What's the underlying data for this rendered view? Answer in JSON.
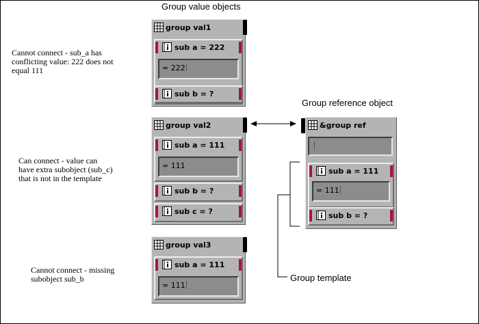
{
  "labels": {
    "value_objects_title": "Group value objects",
    "reference_object_title": "Group reference object",
    "template_label": "Group template"
  },
  "notes": {
    "note1": [
      "Cannot connect - sub_a has",
      "conflicting value: 222 does not",
      "equal 111"
    ],
    "note2": [
      "Can connect - value can",
      "have extra subobject (sub_c)",
      "that is not in the template"
    ],
    "note3": [
      "Cannot connect - missing",
      "subobject sub_b"
    ]
  },
  "groups": {
    "val1": {
      "title": "group val1",
      "sub_a": "sub a = 222",
      "sub_a_value": "= 222",
      "sub_b": "sub b = ?"
    },
    "val2": {
      "title": "group val2",
      "sub_a": "sub a = 111",
      "sub_a_value": "= 111",
      "sub_b": "sub b = ?",
      "sub_c": "sub c = ?"
    },
    "val3": {
      "title": "group val3",
      "sub_a": "sub a = 111",
      "sub_a_value": "= 111"
    },
    "ref": {
      "title": "&group ref",
      "sub_a": "sub a = 111",
      "sub_a_value": "= 111",
      "sub_b": "sub b = ?"
    }
  },
  "colors": {
    "panel": "#b4b4b4",
    "value_box": "#8c8c8c",
    "accent_red": "#a8153a",
    "bar": "#000000"
  },
  "icons": {
    "group": "grid-icon",
    "subobject": "info-icon"
  }
}
